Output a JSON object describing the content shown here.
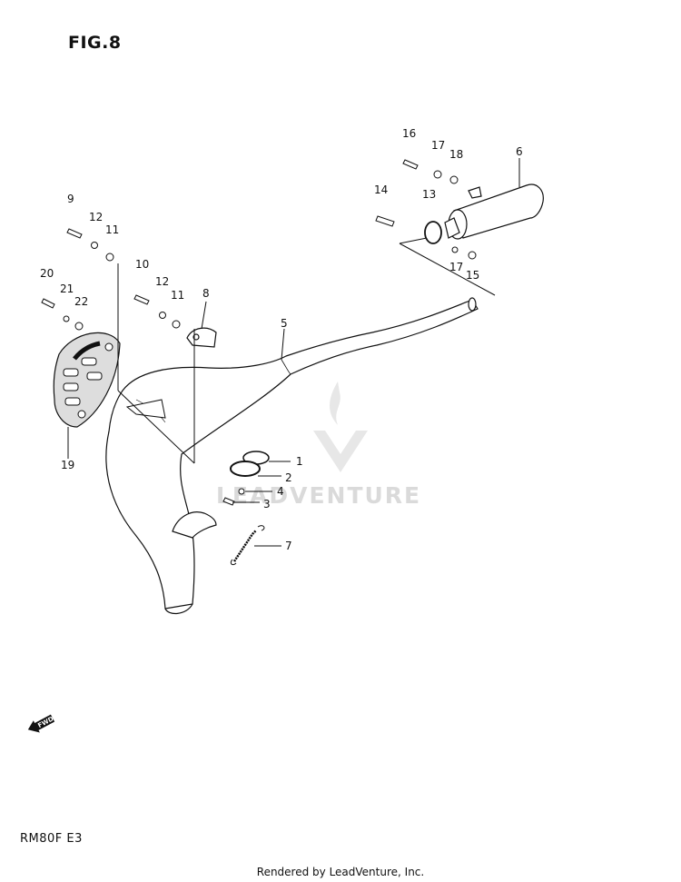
{
  "figure": {
    "title": "FIG.8",
    "model_code": "RM80F  E3"
  },
  "footer": {
    "text": "Rendered by LeadVenture, Inc."
  },
  "watermark": {
    "text": "LEADVENTURE"
  },
  "direction_marker": {
    "text": "FWD"
  },
  "callouts": {
    "c1": "1",
    "c2": "2",
    "c3": "3",
    "c4": "4",
    "c5": "5",
    "c6": "6",
    "c7": "7",
    "c8": "8",
    "c9": "9",
    "c10": "10",
    "c11a": "11",
    "c11b": "11",
    "c12a": "12",
    "c12b": "12",
    "c13": "13",
    "c14": "14",
    "c15": "15",
    "c16": "16",
    "c17a": "17",
    "c17b": "17",
    "c18": "18",
    "c19": "19",
    "c20": "20",
    "c21": "21",
    "c22": "22"
  }
}
